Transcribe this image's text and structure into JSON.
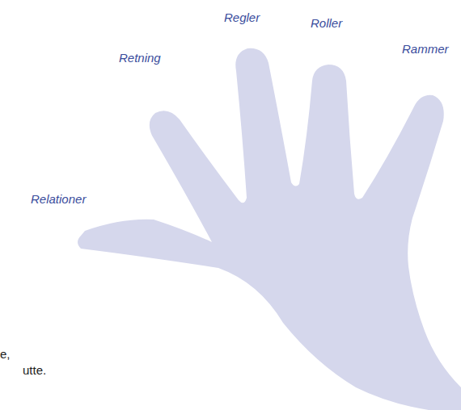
{
  "diagram": {
    "labels": [
      "Regler",
      "Roller",
      "Retning",
      "Rammer",
      "Relationer",
      "e,",
      "utte."
    ]
  }
}
